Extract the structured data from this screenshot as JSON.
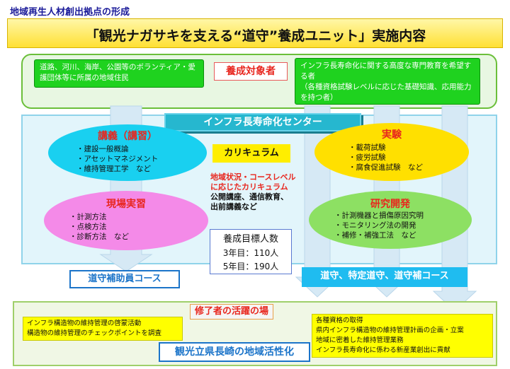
{
  "header": {
    "subtitle": "地域再生人材創出拠点の形成"
  },
  "title": "「観光ナガサキを支える“道守”養成ユニット」実施内容",
  "target": {
    "label": "養成対象者",
    "left_text": "道路、河川、海岸、公園等のボランティア・愛護団体等に所属の地域住民",
    "right_text": "インフラ長寿命化に関する高度な専門教育を希望する者\n（各種資格試験レベルに応じた基礎知識、応用能力を持つ者）"
  },
  "center": {
    "header": "インフラ長寿命化センター"
  },
  "lecture": {
    "title": "講義（講習）",
    "items": [
      "・建設一般概論",
      "・アセットマネジメント",
      "・維持管理工学　など"
    ]
  },
  "practice": {
    "title": "現場実習",
    "items": [
      "・計測方法",
      "・点検方法",
      "・診断方法　など"
    ]
  },
  "experiment": {
    "title": "実験",
    "items": [
      "・載荷試験",
      "・疲労試験",
      "・腐食促進試験　など"
    ]
  },
  "research": {
    "title": "研究開発",
    "items": [
      "・計測機器と損傷原因究明",
      "・モニタリング法の開発",
      "・補修・補強工法　など"
    ]
  },
  "curriculum": {
    "label": "カリキュラム",
    "red_text": "地域状況・コースレベル\nに応じたカリキュラム",
    "black_text": "公開講座、通信教育、\n出前講義など"
  },
  "goal": {
    "title": "養成目標人数",
    "year3": "3年目：110人",
    "year5": "5年目：190人"
  },
  "courses": {
    "left": "道守補助員コース",
    "right": "道守、特定道守、道守補コース"
  },
  "results": {
    "label": "修了者の活躍の場",
    "left_text": "インフラ構造物の維持管理の啓蒙活動\n構造物の維持管理のチェックポイントを調査",
    "right_text": "各種資格の取得\n県内インフラ構造物の維持管理計画の企画・立案\n地域に密着した維持管理業務\nインフラ長寿命化に係わる新産業創出に貢献"
  },
  "outcome": "観光立県長崎の地域活性化",
  "colors": {
    "title_bg": "#ffe033",
    "green": "#1fd21f",
    "cyan": "#19d0f0",
    "pink": "#f48ae8",
    "yellow": "#ffe000",
    "lightgreen": "#8de063",
    "blue": "#1b74c9",
    "red": "#e8261e"
  }
}
